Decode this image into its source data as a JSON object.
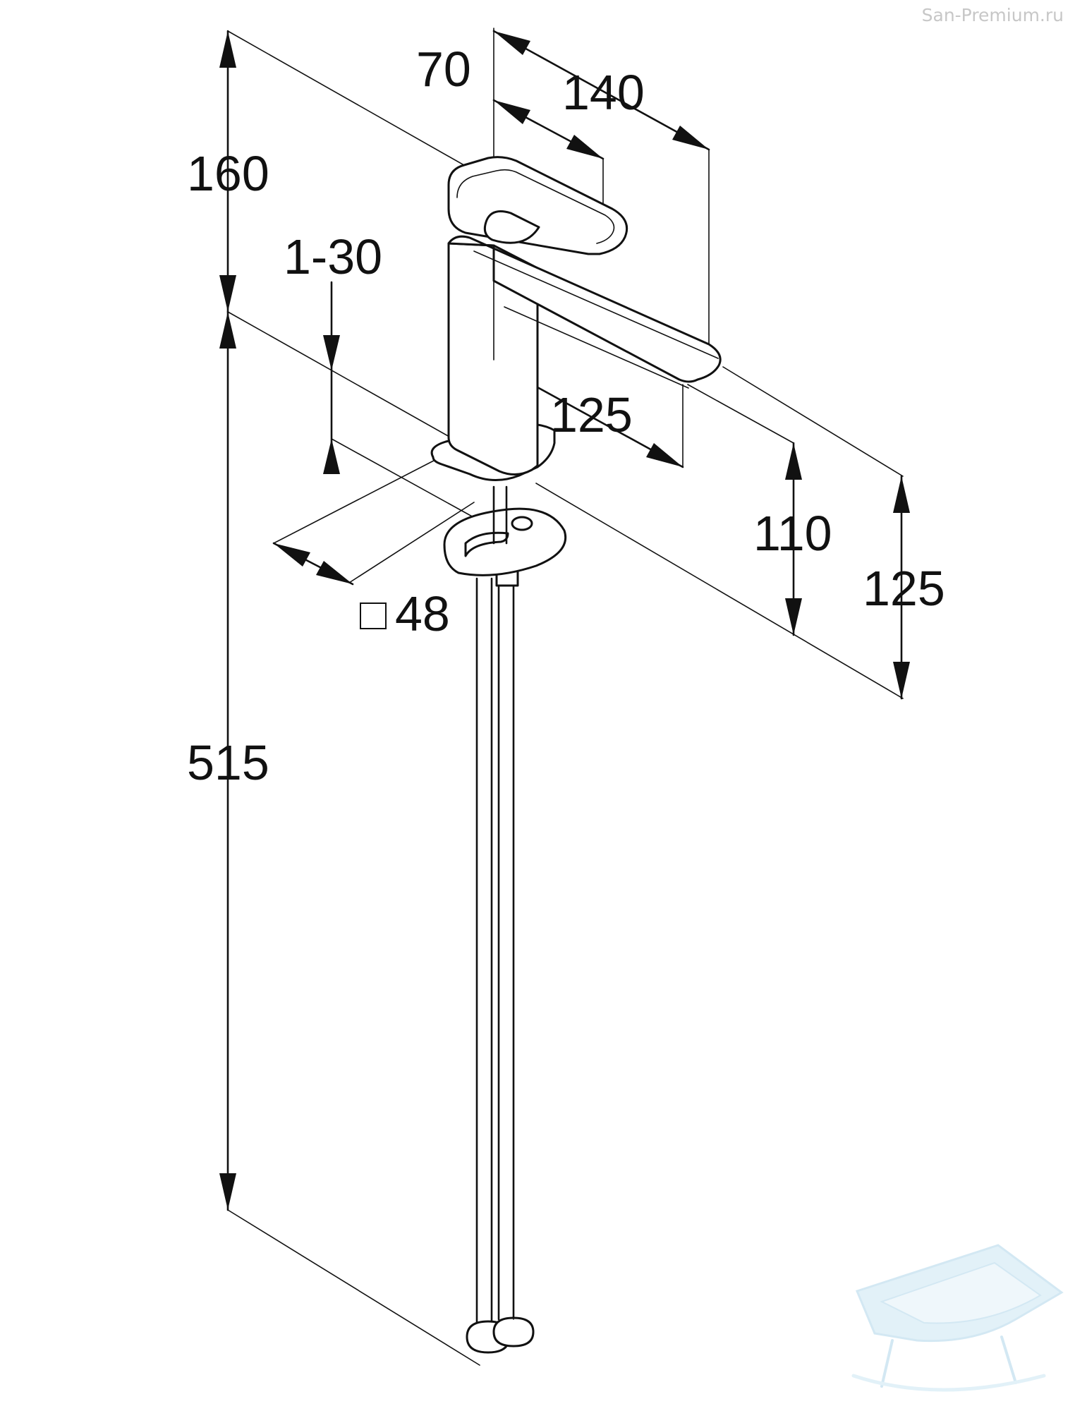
{
  "watermark": {
    "site": "San-Premium.ru"
  },
  "dimensions": {
    "height_top": "160",
    "handle_depth": "70",
    "overall_depth": "140",
    "thickness_range": "1-30",
    "spout_reach": "125",
    "spout_height": "110",
    "spout_tip_height": "125",
    "base_square": "48",
    "hose_length": "515"
  },
  "colors": {
    "line": "#111111",
    "watermark": "#c7c7c7",
    "logo": "#cfe6f2"
  },
  "icons": {
    "square": "square-outline-icon",
    "logo": "bathtub-logo-icon"
  }
}
